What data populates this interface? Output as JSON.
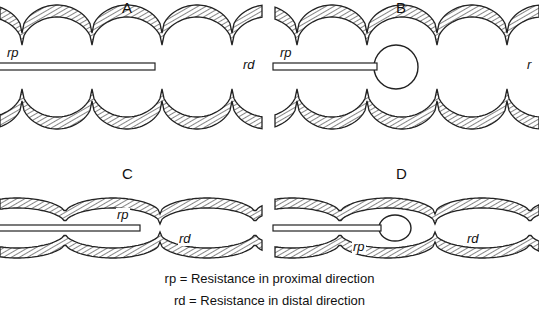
{
  "diagram": {
    "labels": [
      "A",
      "B",
      "C",
      "D",
      "rp",
      "rd",
      "rp",
      "r",
      "rp",
      "rd",
      "rp",
      "rd",
      "rp = Resistance in proximal direction",
      "rd = Resistance in distal direction"
    ]
  }
}
